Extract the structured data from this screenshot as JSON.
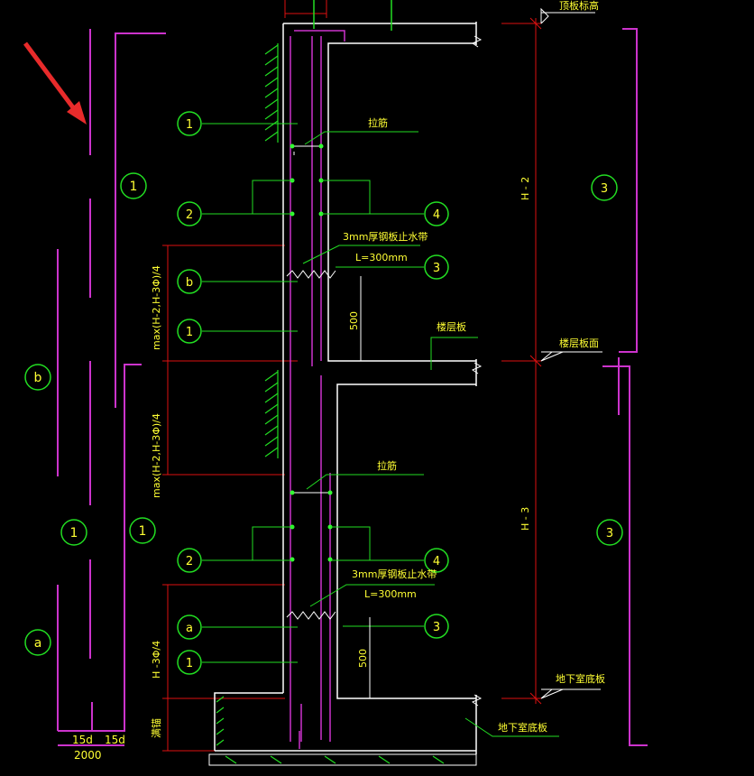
{
  "colors": {
    "background": "#000000",
    "wall_white": "#ffffff",
    "magenta": "#cc33cc",
    "green": "#22dd22",
    "red": "#dd1111",
    "yellow": "#ffff33",
    "arrow_red": "#e82b2b",
    "rebar_dot": "#33ff33"
  },
  "bubbles": {
    "left_1_top": "1",
    "left_b": "b",
    "left_1_mid": "1",
    "left_1_low": "1",
    "left_a": "a",
    "c1_upper": "1",
    "c2_upper": "2",
    "cb_upper": "b",
    "c1_upper2": "1",
    "c2_lower": "2",
    "ca_lower": "a",
    "c1_lower": "1",
    "r4_upper": "4",
    "r3_upper": "3",
    "r4_lower": "4",
    "r3_lower": "3",
    "far_3_upper": "3",
    "far_3_lower": "3"
  },
  "labels": {
    "ties_upper": "拉筋",
    "ties_lower": "拉筋",
    "waterstop_upper": "3mm厚钢板止水带",
    "waterstop_upper_len": "L=300mm",
    "waterstop_lower": "3mm厚钢板止水带",
    "waterstop_lower_len": "L=300mm",
    "dim_500_upper": "500",
    "dim_500_lower": "500",
    "floor_slab": "楼层板",
    "floor_level": "楼层板面",
    "top_level": "顶板标高",
    "basement_floor_level": "地下室底板",
    "basement_floor_slab": "地下室底板",
    "h2": "H - 2",
    "h3": "H - 3",
    "dim_upper_b": "max(H-2,H-3Φ)/4",
    "dim_upper_1": "max(H-2,H-3Φ)/4",
    "dim_lower_a": "H -3Φ/4",
    "dim_bottom": "满锚",
    "dim_15d_left": "15d",
    "dim_15d_right": "15d",
    "dim_2000": "2000"
  },
  "pointer": {
    "icon": "arrow-icon"
  }
}
